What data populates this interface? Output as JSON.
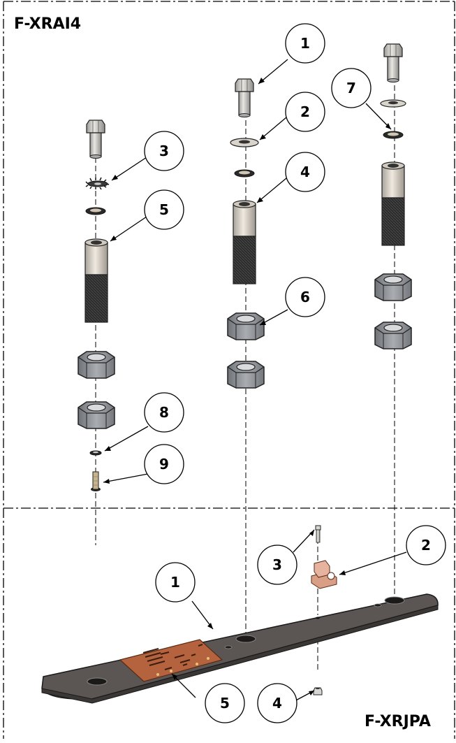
{
  "titles": {
    "top_section": "F-XRAI4",
    "bottom_section": "F-XRJPA"
  },
  "callouts_top": {
    "c1": "1",
    "c2": "2",
    "c3": "3",
    "c4": "4",
    "c5": "5",
    "c6": "6",
    "c7": "7",
    "c8": "8",
    "c9": "9"
  },
  "callouts_bottom": {
    "c1": "1",
    "c2": "2",
    "c3": "3",
    "c4": "4",
    "c5": "5"
  },
  "colors": {
    "nut_fill": "#8e9196",
    "spacer_fill": "#2a2a2a",
    "spacer_top": "#d8d2c8",
    "plate_fill": "#5b5653",
    "pad_fill": "#b5633f",
    "clip_fill": "#d99e86",
    "brass": "#c8b48a"
  }
}
